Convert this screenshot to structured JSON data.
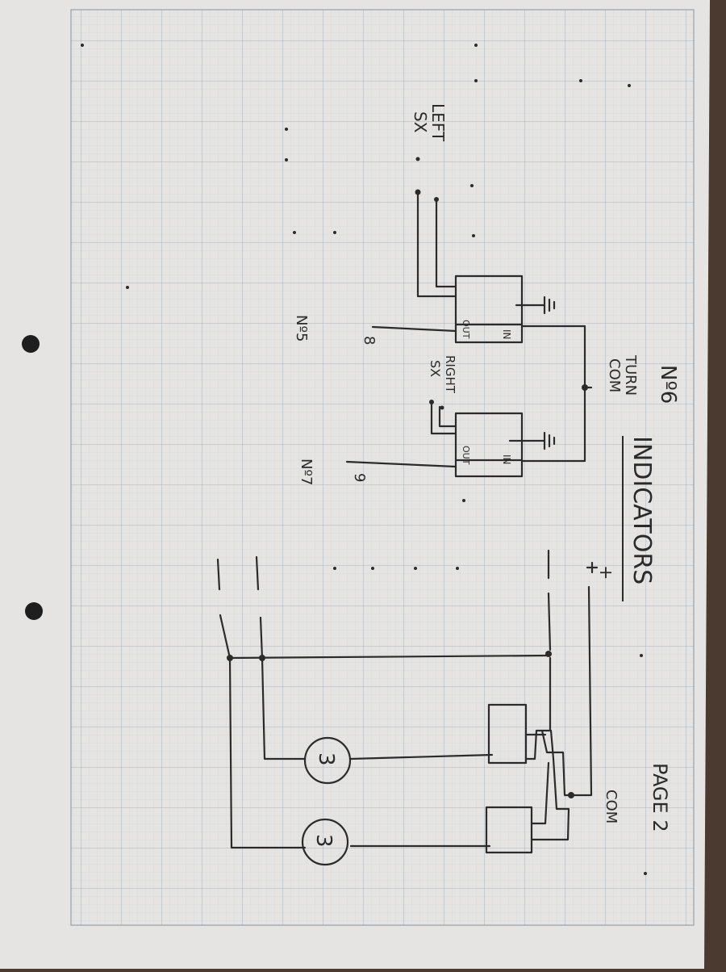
{
  "colors": {
    "carpet": "#4a3a30",
    "paper": "#e6e4e3",
    "grid_major": "#a7b3bd",
    "grid_minor": "#c8d1d8",
    "ink": "#2b2b2b",
    "punch_hole": "#1e1e1e"
  },
  "labels": {
    "page": "PAGE 2",
    "title": "INDICATORS",
    "sheet_no": "Nº6",
    "turn_com": [
      "TURN",
      "COM"
    ],
    "left_sx": [
      "LEFT",
      "SX"
    ],
    "right_sx": [
      "RIGHT",
      "SX"
    ],
    "relay_in": "IN",
    "relay_out": "OUT",
    "relay_no_5": "Nº5",
    "relay_no_7": "Nº7",
    "wire_8": "8",
    "wire_9": "9",
    "com": "COM",
    "plus": "+",
    "lamp": "3"
  }
}
